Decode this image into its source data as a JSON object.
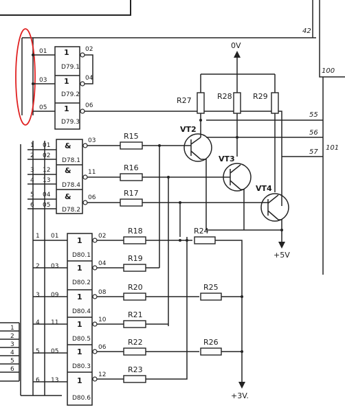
{
  "net_labels": {
    "n42": "42",
    "n100": "100",
    "n55": "55",
    "n56": "56",
    "n57": "57",
    "n101": "101"
  },
  "rails": {
    "zero_v": "0V",
    "plus5": "+5V",
    "plus3": "+3V."
  },
  "d79": [
    {
      "in": "01",
      "sym": "1",
      "out": "02",
      "name": "D79.1"
    },
    {
      "in": "03",
      "sym": "1",
      "out": "04",
      "name": "D79.2"
    },
    {
      "in": "05",
      "sym": "1",
      "out": "06",
      "name": "D79.3"
    }
  ],
  "d78": [
    {
      "n1": "1",
      "p1": "01",
      "n2": "2",
      "p2": "02",
      "sym": "&",
      "out": "03",
      "name": "D78.1"
    },
    {
      "n1": "3",
      "p1": "12",
      "n2": "4",
      "p2": "13",
      "sym": "&",
      "out": "11",
      "name": "D78.4"
    },
    {
      "n1": "5",
      "p1": "04",
      "n2": "6",
      "p2": "05",
      "sym": "&",
      "out": "06",
      "name": "D78.2"
    }
  ],
  "d80": [
    {
      "n": "1",
      "in": "01",
      "sym": "1",
      "out": "02",
      "name": "D80.1"
    },
    {
      "n": "2",
      "in": "03",
      "sym": "1",
      "out": "04",
      "name": "D80.2"
    },
    {
      "n": "3",
      "in": "09",
      "sym": "1",
      "out": "08",
      "name": "D80.4"
    },
    {
      "n": "4",
      "in": "11",
      "sym": "1",
      "out": "10",
      "name": "D80.5"
    },
    {
      "n": "5",
      "in": "05",
      "sym": "1",
      "out": "06",
      "name": "D80.3"
    },
    {
      "n": "6",
      "in": "13",
      "sym": "1",
      "out": "12",
      "name": "D80.6"
    }
  ],
  "resistors": {
    "R15": "R15",
    "R16": "R16",
    "R17": "R17",
    "R18": "R18",
    "R19": "R19",
    "R20": "R20",
    "R21": "R21",
    "R22": "R22",
    "R23": "R23",
    "R24": "R24",
    "R25": "R25",
    "R26": "R26",
    "R27": "R27",
    "R28": "R28",
    "R29": "R29"
  },
  "transistors": {
    "VT2": "VT2",
    "VT3": "VT3",
    "VT4": "VT4"
  },
  "connector_pins": [
    "1",
    "2",
    "3",
    "4",
    "5",
    "6"
  ]
}
